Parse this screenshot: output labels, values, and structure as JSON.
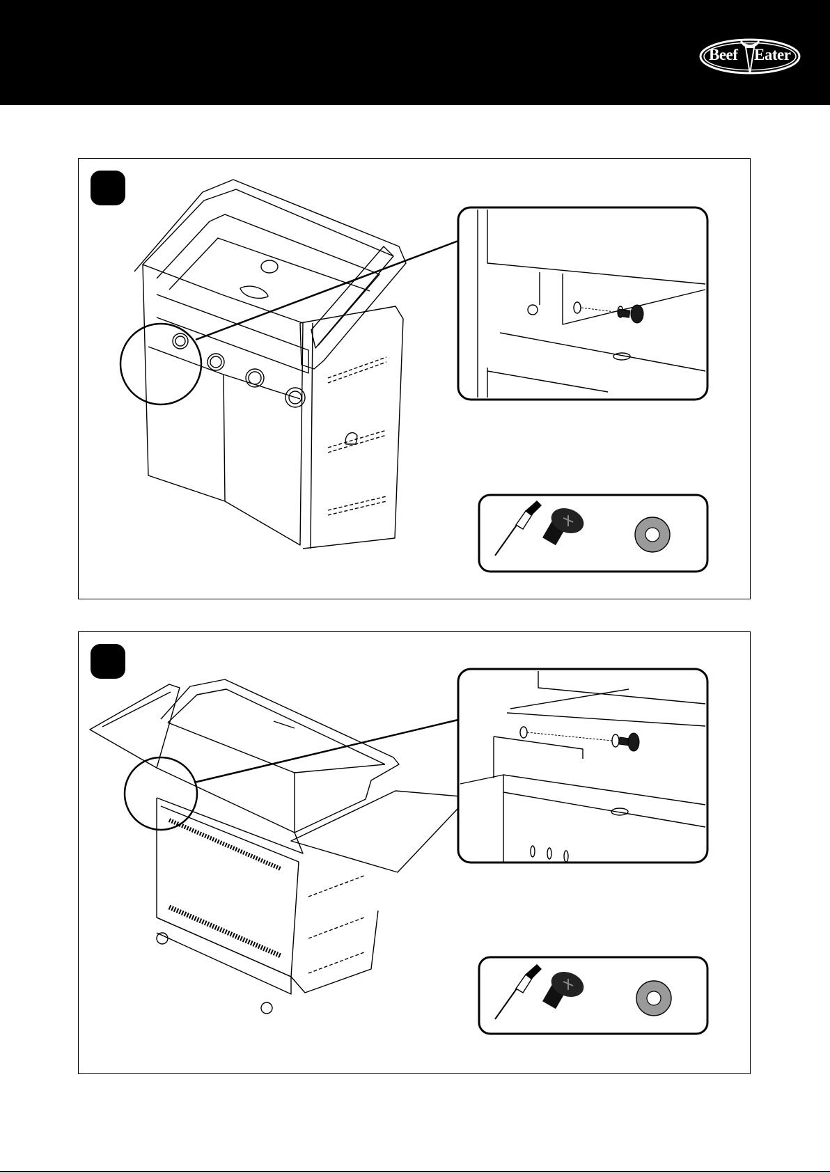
{
  "brand": {
    "word_left": "Beef",
    "word_right": "Eater"
  },
  "colors": {
    "header": "#000000",
    "ink": "#000000",
    "washer_fill": "#9a9a9a",
    "page": "#ffffff"
  },
  "steps": [
    {
      "detail_callout": "zoom-screw-into-hood-side",
      "tools": [
        "screwdriver-icon",
        "screw-icon",
        "washer-icon"
      ]
    },
    {
      "detail_callout": "zoom-screw-into-side-shelf",
      "tools": [
        "screwdriver-icon",
        "screw-icon",
        "washer-icon"
      ]
    }
  ]
}
